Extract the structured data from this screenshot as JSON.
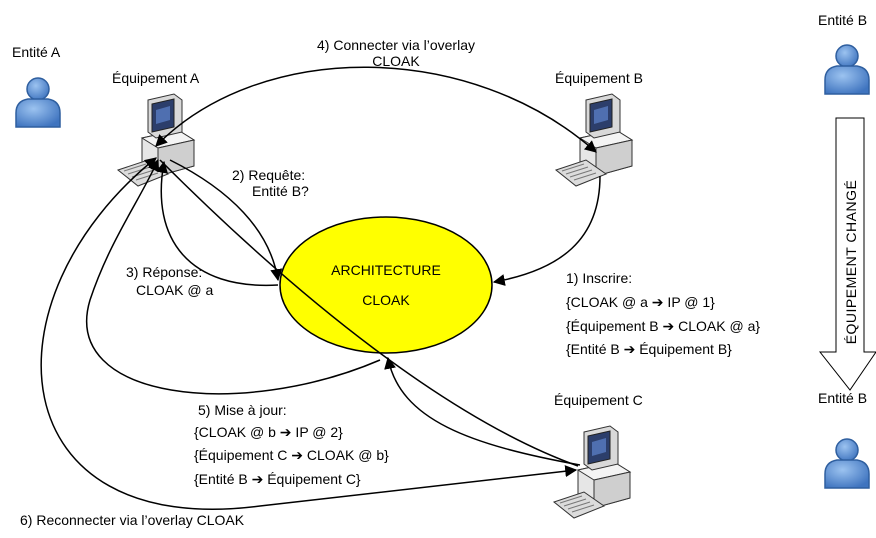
{
  "entities": {
    "a": "Entité A",
    "b_top": "Entité B",
    "b_bottom": "Entité B"
  },
  "devices": {
    "a": "Équipement A",
    "b": "Équipement  B",
    "c": "Équipement C"
  },
  "center": {
    "line1": "ARCHITECTURE",
    "line2": "CLOAK",
    "fill": "#ffff00"
  },
  "steps": {
    "s1_title": "1) Inscrire:",
    "s1_lines": [
      "{CLOAK @ a ➔ IP @ 1}",
      "{Équipement  B ➔ CLOAK @ a}",
      "{Entité B ➔ Équipement B}"
    ],
    "s2_line1": "2) Requête:",
    "s2_line2": "Entité B?",
    "s3_line1": "3) Réponse:",
    "s3_line2": "CLOAK @ a",
    "s4_line1": "4) Connecter via l’overlay",
    "s4_line2": "CLOAK",
    "s5_title": "5) Mise à jour:",
    "s5_lines": [
      "{CLOAK @ b ➔ IP @ 2}",
      "{Équipement C ➔ CLOAK @ b}",
      "{Entité B ➔ Équipement C}"
    ],
    "s6": "6) Reconnecter via l’overlay CLOAK"
  },
  "side_arrow": "ÉQUIPEMENT  CHANGÉ",
  "colors": {
    "person": "#5b8fd0",
    "person_dark": "#2f5f9f",
    "ellipse_stroke": "#000000"
  }
}
